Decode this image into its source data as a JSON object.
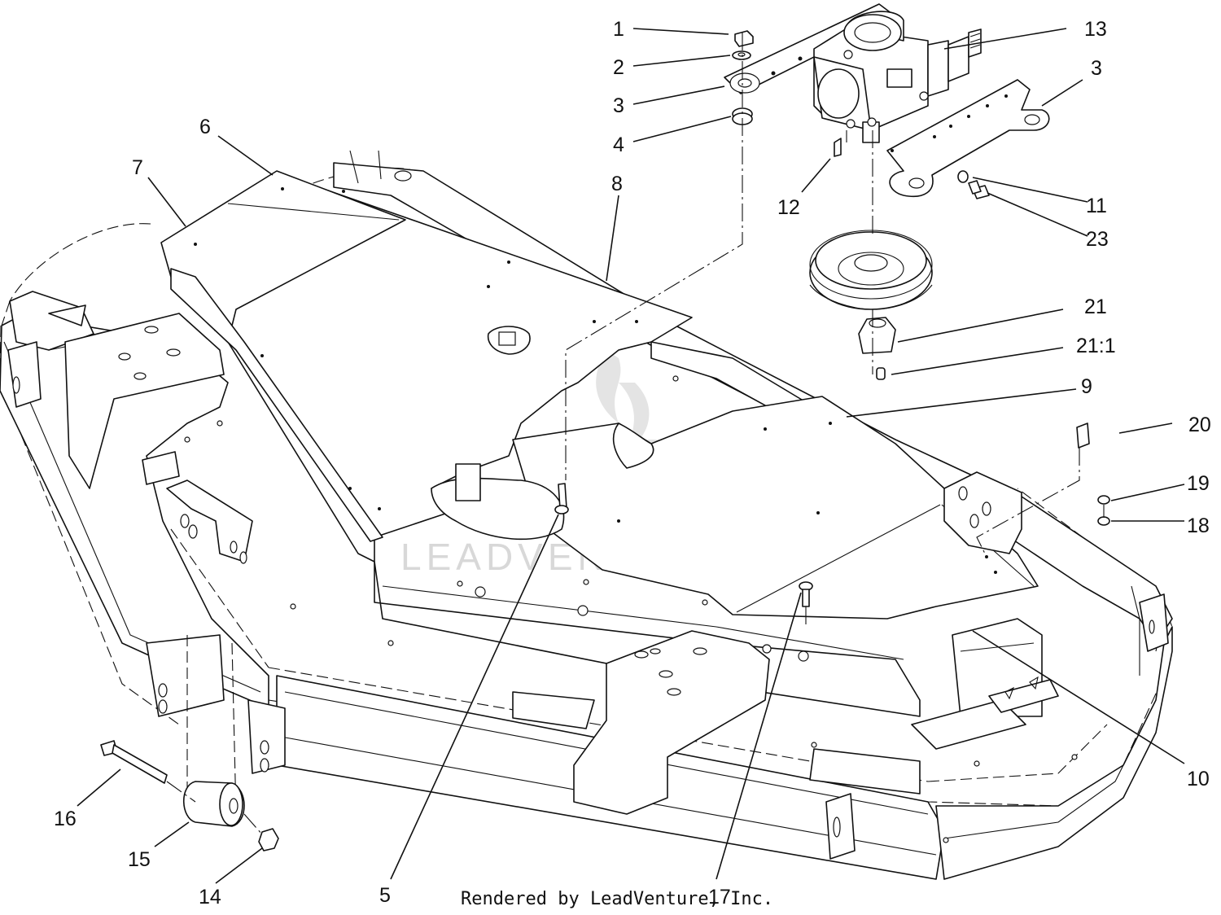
{
  "diagram": {
    "watermark": "LEADVENTURE",
    "footer": "Rendered by LeadVenture, Inc.",
    "callouts": {
      "c1": "1",
      "c2": "2",
      "c3a": "3",
      "c3b": "3",
      "c4": "4",
      "c5": "5",
      "c6": "6",
      "c7": "7",
      "c8": "8",
      "c9": "9",
      "c10": "10",
      "c11": "11",
      "c12": "12",
      "c13": "13",
      "c14": "14",
      "c15": "15",
      "c16": "16",
      "c17": "17",
      "c18": "18",
      "c19": "19",
      "c20": "20",
      "c21": "21",
      "c21_1": "21:1",
      "c23": "23"
    }
  }
}
